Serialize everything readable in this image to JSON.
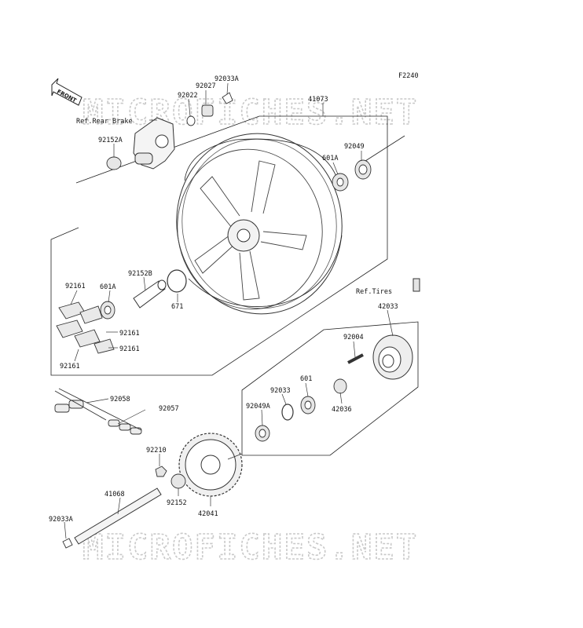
{
  "figure_code": "F2240",
  "front_marker": "FRONT",
  "watermark": "MICROFICHES.NET",
  "references": {
    "rear_brake": "Ref.Rear Brake",
    "tires": "Ref.Tires"
  },
  "parts": {
    "p92033A_top": "92033A",
    "p92027": "92027",
    "p92022": "92022",
    "p41073": "41073",
    "p92152A": "92152A",
    "p92049": "92049",
    "p601A_top": "601A",
    "p92161_a": "92161",
    "p92152B": "92152B",
    "p601A_mid": "601A",
    "p671": "671",
    "p92161_b": "92161",
    "p92161_c": "92161",
    "p92161_d": "92161",
    "p42033": "42033",
    "p92004": "92004",
    "p601": "601",
    "p92033": "92033",
    "p92049A": "92049A",
    "p42036": "42036",
    "p92058": "92058",
    "p92057": "92057",
    "p92210": "92210",
    "p41068": "41068",
    "p92152": "92152",
    "p42041": "42041",
    "p92033A_bot": "92033A"
  }
}
